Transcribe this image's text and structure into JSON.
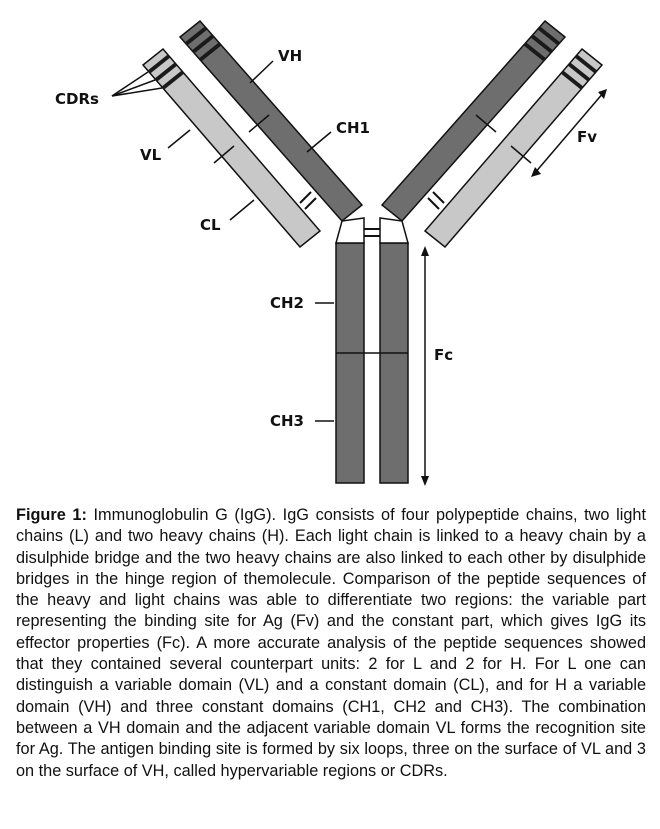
{
  "labels": {
    "vh": "VH",
    "ch1": "CH1",
    "cdrs": "CDRs",
    "vl": "VL",
    "cl": "CL",
    "fv": "Fv",
    "ch2": "CH2",
    "fc": "Fc",
    "ch3": "CH3"
  },
  "caption": {
    "title": "Figure 1:",
    "text": "Immunoglobulin G (IgG). IgG consists of four polypeptide chains, two light chains (L) and two heavy chains (H). Each light chain is linked to a heavy chain by a disulphide bridge and the two heavy chains are also linked to each other by disulphide bridges in the hinge region of themolecule. Comparison of the peptide sequences of the heavy and light chains was able to differentiate two regions: the variable part representing the binding site for Ag (Fv) and the constant part, which gives IgG its effector properties (Fc). A more accurate analysis of the peptide sequences showed that they contained several counterpart units: 2 for L and 2 for H. For L one can distinguish a variable domain (VL) and a constant domain (CL), and for H a variable domain (VH) and three constant domains (CH1, CH2 and CH3). The combination between a VH domain and the adjacent variable domain VL forms the recognition site for Ag. The antigen binding site is formed by six loops, three on the surface of VL and 3 on the surface of VH, called hypervariable regions or CDRs."
  },
  "colors": {
    "heavy": "#6e6e6e",
    "light": "#c8c8c8",
    "outline": "#111111",
    "cdr": "#1a1a1a"
  }
}
